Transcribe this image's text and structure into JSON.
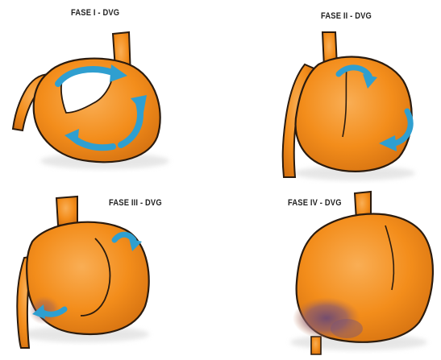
{
  "panels": [
    {
      "label": "FASE I - DVG"
    },
    {
      "label": "FASE II - DVG"
    },
    {
      "label": "FASE III - DVG"
    },
    {
      "label": "FASE IV - DVG"
    }
  ],
  "colors": {
    "stomach": "#f38d1b",
    "stomach_shade": "#d26f10",
    "stomach_highlight": "#f9ae55",
    "outline": "#2b1b0e",
    "arrow": "#2f9fd0",
    "arrow_dark": "#1c79a8",
    "ischemia": "#7b5578"
  }
}
